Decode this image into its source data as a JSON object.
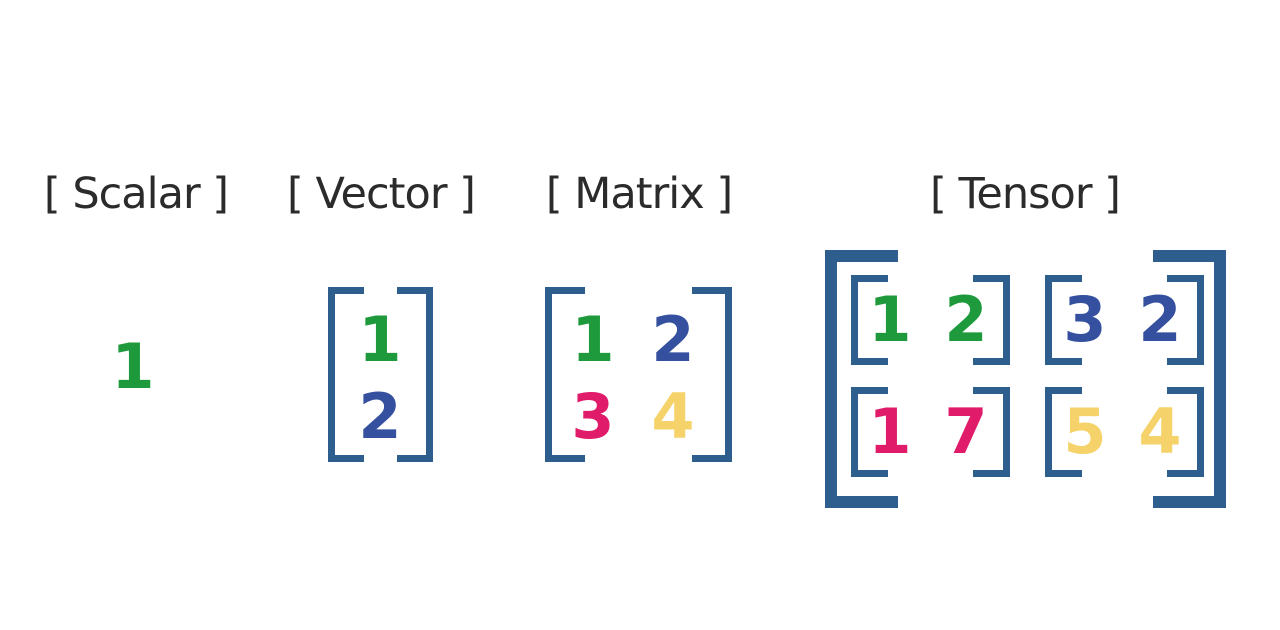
{
  "titles": {
    "scalar": "[ Scalar ]",
    "vector": "[ Vector ]",
    "matrix": "[ Matrix ]",
    "tensor": "[ Tensor ]"
  },
  "colors": {
    "green": "#1e9a3c",
    "blue": "#34509e",
    "pink": "#e01c6a",
    "yellow": "#f5d36a",
    "bracket": "#2e5e8e",
    "title": "#2b2b2b"
  },
  "scalar": {
    "value": "1",
    "color": "green"
  },
  "vector": {
    "values": [
      {
        "value": "1",
        "color": "green"
      },
      {
        "value": "2",
        "color": "blue"
      }
    ]
  },
  "matrix": {
    "rows": [
      [
        {
          "value": "1",
          "color": "green"
        },
        {
          "value": "2",
          "color": "blue"
        }
      ],
      [
        {
          "value": "3",
          "color": "pink"
        },
        {
          "value": "4",
          "color": "yellow"
        }
      ]
    ]
  },
  "tensor": {
    "blocks": [
      [
        {
          "value": "1",
          "color": "green"
        },
        {
          "value": "2",
          "color": "green"
        }
      ],
      [
        {
          "value": "3",
          "color": "blue"
        },
        {
          "value": "2",
          "color": "blue"
        }
      ],
      [
        {
          "value": "1",
          "color": "pink"
        },
        {
          "value": "7",
          "color": "pink"
        }
      ],
      [
        {
          "value": "5",
          "color": "yellow"
        },
        {
          "value": "4",
          "color": "yellow"
        }
      ]
    ]
  }
}
